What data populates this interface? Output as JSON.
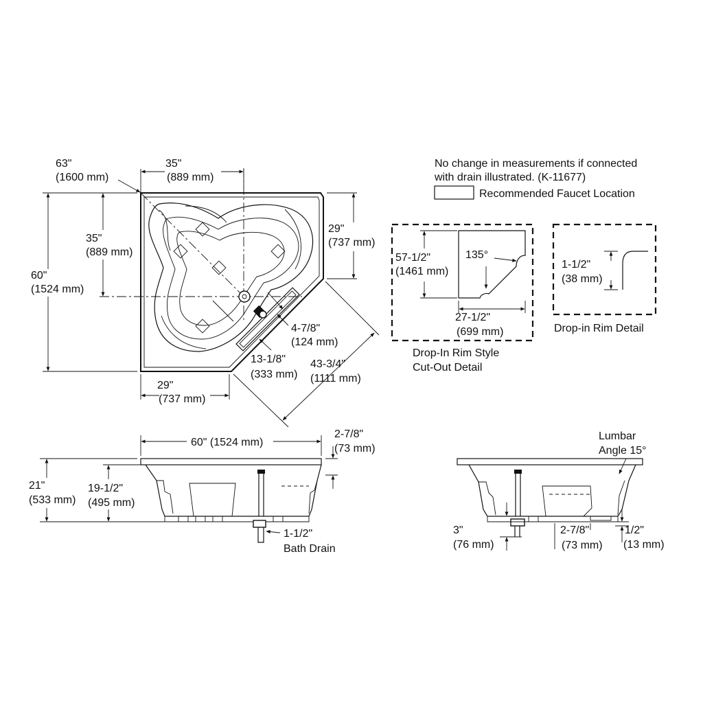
{
  "notes": {
    "measurement_line1": "No change in measurements if connected",
    "measurement_line2": "with drain illustrated. (K-11677)",
    "faucet_legend": "Recommended Faucet Location"
  },
  "plan": {
    "diag": "63\"",
    "diag_mm": "(1600 mm)",
    "top_w": "35\"",
    "top_w_mm": "(889 mm)",
    "left_h": "35\"",
    "left_h_mm": "(889 mm)",
    "full_h": "60\"",
    "full_h_mm": "(1524 mm)",
    "right_h": "29\"",
    "right_h_mm": "(737 mm)",
    "bot_w": "29\"",
    "bot_w_mm": "(737 mm)",
    "faucet_d": "4-7/8\"",
    "faucet_d_mm": "(124 mm)",
    "faucet_w": "13-1/8\"",
    "faucet_w_mm": "(333 mm)",
    "angled": "43-3/4\"",
    "angled_mm": "(1111 mm)"
  },
  "cutout": {
    "h": "57-1/2\"",
    "h_mm": "(1461 mm)",
    "angle": "135°",
    "w": "27-1/2\"",
    "w_mm": "(699 mm)",
    "title1": "Drop-In Rim Style",
    "title2": "Cut-Out Detail"
  },
  "rim": {
    "d": "1-1/2\"",
    "d_mm": "(38 mm)",
    "title": "Drop-in Rim Detail"
  },
  "front": {
    "width": "60\" (1524 mm)",
    "rim_t": "2-7/8\"",
    "rim_t_mm": "(73 mm)",
    "total_h": "21\"",
    "total_h_mm": "(533 mm)",
    "inner_h": "19-1/2\"",
    "inner_h_mm": "(495 mm)",
    "drain1": "1-1/2\"",
    "drain2": "Bath Drain"
  },
  "side": {
    "lumbar1": "Lumbar",
    "lumbar2": "Angle 15°",
    "drain_h": "3\"",
    "drain_h_mm": "(76 mm)",
    "foot": "2-7/8\"",
    "foot_mm": "(73 mm)",
    "gap": "1/2\"",
    "gap_mm": "(13 mm)"
  }
}
